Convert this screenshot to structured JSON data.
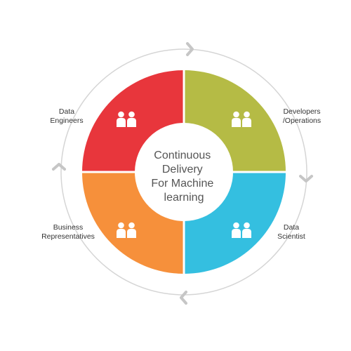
{
  "diagram": {
    "center_text": [
      "Continuous",
      "Delivery",
      "For Machine",
      "learning"
    ],
    "segments": [
      {
        "label_lines": [
          "Data",
          "Engineers"
        ],
        "color": "#e8363c",
        "icon": "people-icon"
      },
      {
        "label_lines": [
          "Developers",
          "/Operations"
        ],
        "color": "#b5bb45",
        "icon": "people-icon"
      },
      {
        "label_lines": [
          "Data",
          "Scientist"
        ],
        "color": "#34bfe0",
        "icon": "people-icon"
      },
      {
        "label_lines": [
          "Business",
          "Representatives"
        ],
        "color": "#f6903b",
        "icon": "people-icon"
      }
    ],
    "outer_ring_color": "#d5d5d5",
    "arrow_color": "#c6c6c6",
    "arrow_icon": "chevron-icon"
  }
}
